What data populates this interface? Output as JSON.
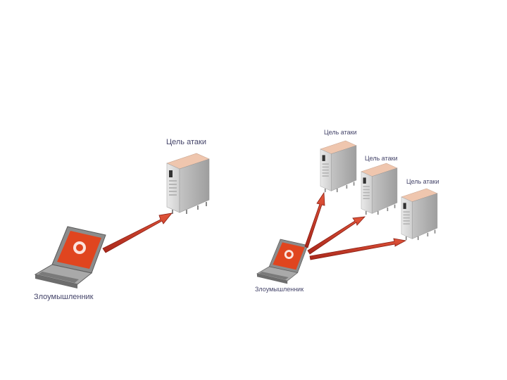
{
  "left_diagram": {
    "target_label": "Цель атаки",
    "attacker_label": "Злоумышленник"
  },
  "right_diagram": {
    "target_labels": [
      "Цель атаки",
      "Цель атаки",
      "Цель атаки"
    ],
    "attacker_label": "Злоумышленник"
  },
  "colors": {
    "arrow": "#c8351f",
    "server_top": "#efc6ae",
    "server_body": "#d9d9d9",
    "screen": "#e0451f",
    "label": "#45456a"
  }
}
